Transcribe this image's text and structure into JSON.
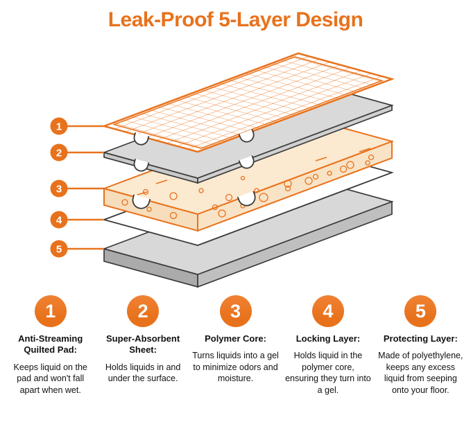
{
  "title": "Leak-Proof 5-Layer Design",
  "colors": {
    "accent": "#E8721C",
    "text": "#111111",
    "sheet_gray": "#D9D9D9",
    "core_cream": "#FBE9D0"
  },
  "layers": [
    {
      "number": "1",
      "heading": "Anti-Streaming Quilted Pad:",
      "description": "Keeps liquid on the pad and won't fall apart when wet."
    },
    {
      "number": "2",
      "heading": "Super-Absorbent Sheet:",
      "description": "Holds liquids in and under the surface."
    },
    {
      "number": "3",
      "heading": "Polymer Core:",
      "description": "Turns liquids into a gel to minimize odors and moisture."
    },
    {
      "number": "4",
      "heading": "Locking Layer:",
      "description": "Holds liquid in the polymer core, ensuring they turn into a gel."
    },
    {
      "number": "5",
      "heading": "Protecting Layer:",
      "description": "Made of polyethylene, keeps any excess liquid from seeping onto your floor."
    }
  ]
}
